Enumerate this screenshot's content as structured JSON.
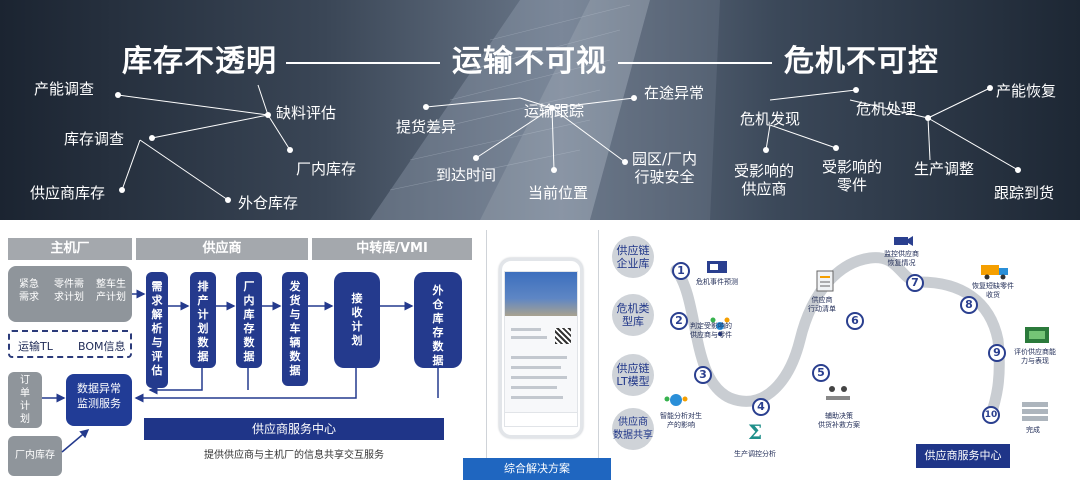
{
  "banner": {
    "headline_1": "库存不透明",
    "headline_2": "运输不可视",
    "headline_3": "危机不可控",
    "g1": {
      "capacity_survey": "产能调查",
      "shortage_eval": "缺料评估",
      "inventory_survey": "库存调查",
      "factory_inventory": "厂内库存",
      "supplier_inventory": "供应商库存",
      "external_inventory": "外仓库存"
    },
    "g2": {
      "pickup_diff": "提货差异",
      "transport_track": "运输跟踪",
      "transit_exception": "在途异常",
      "arrival_time": "到达时间",
      "current_location": "当前位置",
      "park_line1": "园区/厂内",
      "park_line2": "行驶安全"
    },
    "g3": {
      "crisis_handle": "危机处理",
      "capacity_recover": "产能恢复",
      "crisis_find": "危机发现",
      "affected_sup_l1": "受影响的",
      "affected_sup_l2": "供应商",
      "affected_part_l1": "受影响的",
      "affected_part_l2": "零件",
      "prod_adjust": "生产调整",
      "follow_delivery": "跟踪到货"
    }
  },
  "left": {
    "h_oem": "主机厂",
    "h_supplier": "供应商",
    "h_transfer": "中转库/VMI",
    "gray_emergency": "紧急\n需求",
    "gray_parts": "零件需\n求计划",
    "gray_vehicle": "整车生\n产计划",
    "dash_tl": "运输TL",
    "dash_bom": "BOM信息",
    "gray_order": "订\n单\n计\n划",
    "gray_factory": "厂内库存",
    "v1": "需\n求\n解\n析\n与\n评\n估",
    "v2": "排\n产\n计\n划\n数\n据",
    "v3": "厂\n内\n库\n存\n数\n据",
    "v4": "发\n货\n与\n车\n辆\n数\n据",
    "v5": "接\n收\n计\n划",
    "v6": "外\n仓\n库\n存\n数\n据",
    "monitor": "数据异常\n监测服务",
    "service_center": "供应商服务中心",
    "caption": "提供供应商与主机厂的信息共享交互服务"
  },
  "solution_label": "综合解决方案",
  "right": {
    "circles": [
      "供应链\n企业库",
      "危机类\n型库",
      "供应链\nLT模型",
      "供应商\n数据共享"
    ],
    "steps": {
      "s1": "危机事件预测",
      "s2_l1": "判定受影响的",
      "s2_l2": "供应商与零件",
      "s3_l1": "智能分析对生",
      "s3_l2": "产的影响",
      "s4": "生产调控分析",
      "s5_l1": "辅助决策",
      "s5_l2": "供货补救方案",
      "s6_l1": "供应商",
      "s6_l2": "行动清单",
      "s7_l1": "监控供应商",
      "s7_l2": "恢复情况",
      "s8_l1": "恢复短缺零件",
      "s8_l2": "收货",
      "s9_l1": "评价供应商能",
      "s9_l2": "力与表现",
      "s10": "完成"
    },
    "numbers": [
      "1",
      "2",
      "3",
      "4",
      "5",
      "6",
      "7",
      "8",
      "9",
      "10"
    ],
    "service_center": "供应商服务中心"
  },
  "colors": {
    "navy": "#1f3588",
    "blue": "#243a8d",
    "gray_box": "#8f959b",
    "header_gray": "#a4a8ad",
    "solution_blue": "#1f66c0"
  }
}
